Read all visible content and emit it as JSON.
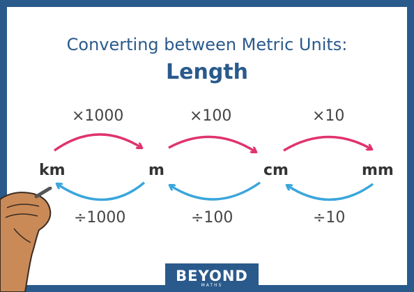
{
  "title": {
    "line1": "Converting between Metric Units:",
    "line2": "Length"
  },
  "units": [
    "km",
    "m",
    "cm",
    "mm"
  ],
  "multiply_labels": [
    "×1000",
    "×100",
    "×10"
  ],
  "divide_labels": [
    "÷1000",
    "÷100",
    "÷10"
  ],
  "colors": {
    "frame": "#2a5a8c",
    "title": "#2a5a8c",
    "multiply_arrow": "#e0336b",
    "divide_arrow": "#3aa6dc"
  },
  "logo": {
    "main": "BEYOND",
    "sub": "MATHS"
  }
}
